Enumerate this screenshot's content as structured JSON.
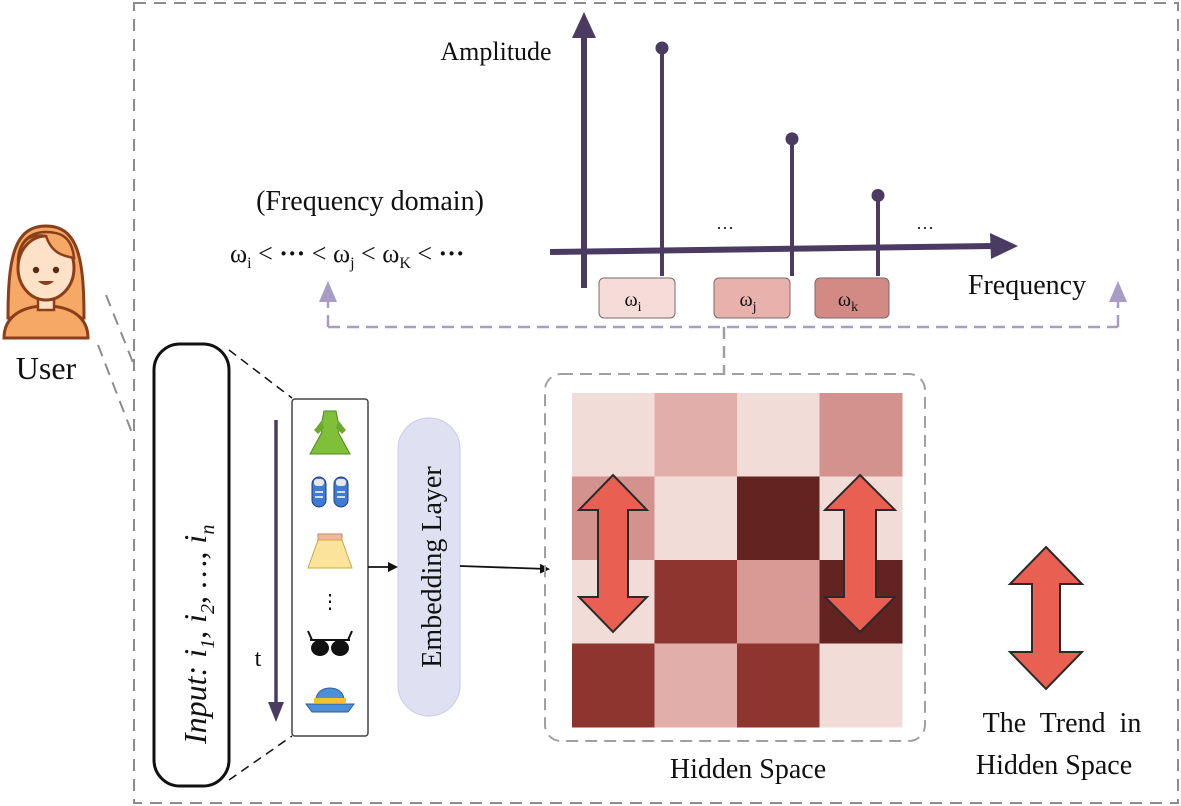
{
  "user": {
    "label": "User"
  },
  "spectrum": {
    "amplitude_label": "Amplitude",
    "frequency_label": "Frequency",
    "domain_title": "(Frequency domain)",
    "ordering_base": "ω",
    "ordering_sep": " < ",
    "ordering_dots": "···",
    "ordering_subscripts": [
      "i",
      "j",
      "K"
    ],
    "ellipsis_mid": "···",
    "ellipsis_end": "···",
    "components": [
      {
        "base": "ω",
        "sub": "i",
        "amplitude": 1.0,
        "color": "#f6dcd9"
      },
      {
        "base": "ω",
        "sub": "j",
        "amplitude": 0.55,
        "color": "#e9b1ab"
      },
      {
        "base": "ω",
        "sub": "k",
        "amplitude": 0.27,
        "color": "#d48a84"
      }
    ]
  },
  "input": {
    "prefix": "Input:",
    "items": [
      {
        "base": "i",
        "sub": "1"
      },
      {
        "base": "i",
        "sub": "2"
      },
      {
        "base": "…",
        "sub": ""
      },
      {
        "base": "i",
        "sub": "n"
      }
    ],
    "separator": ",",
    "time_label": "t",
    "sequence_icons": [
      "dress-icon",
      "sneakers-icon",
      "skirt-icon",
      "ellipsis",
      "sunglasses-icon",
      "bucket-hat-icon"
    ],
    "sequence_ellipsis": "⋮"
  },
  "embedding": {
    "label": "Embedding Layer"
  },
  "hidden_space": {
    "label": "Hidden Space",
    "grid": [
      [
        "#f2dcd8",
        "#e2aeaa",
        "#f2dcd8",
        "#d4928e"
      ],
      [
        "#d4928e",
        "#f2dcd8",
        "#622321",
        "#f2dcd8"
      ],
      [
        "#f2dcd8",
        "#8e3530",
        "#d99a95",
        "#622321"
      ],
      [
        "#8e3530",
        "#e2aeaa",
        "#8e3530",
        "#f2dcd8"
      ]
    ]
  },
  "legend": {
    "line1": "The  Trend  in",
    "line2": "Hidden Space"
  },
  "colors": {
    "axis": "#4b3b62",
    "dashed_gray": "#8c8c8c",
    "dashed_purple": "#a89bc4",
    "arrow_fill": "#e95f52",
    "arrow_stroke": "#2a2a2a",
    "embedding_fill": "#dfe1f3"
  }
}
